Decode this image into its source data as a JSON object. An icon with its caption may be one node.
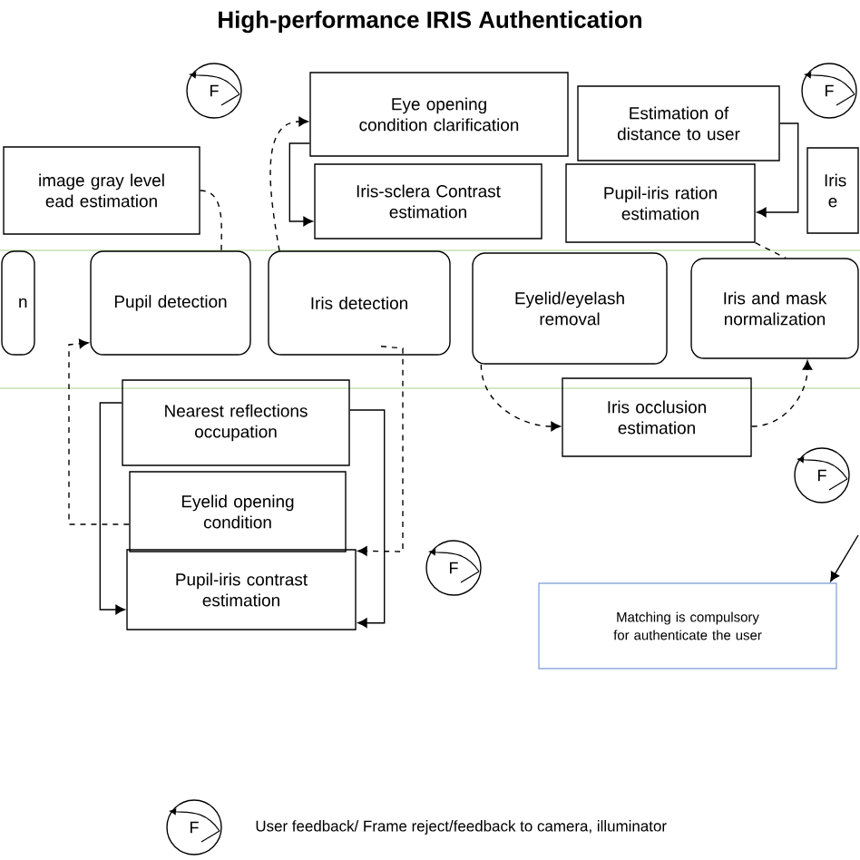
{
  "diagram": {
    "title": "High-performance  IRIS Authentication",
    "nodes": [
      {
        "text": [
          "F"
        ]
      },
      {
        "text": [
          "Eye opening condition clarification"
        ]
      },
      {
        "text": [
          "Estimation of distance to user"
        ]
      },
      {
        "text": [
          "F"
        ]
      },
      {
        "text": [
          "image gray level ead estimation"
        ]
      },
      {
        "text": [
          "Iris-sclera Contrast estimation"
        ]
      },
      {
        "text": [
          "Pupil-iris ration estimation"
        ]
      },
      {
        "text": [
          "Iris e"
        ]
      },
      {
        "text": [
          "n"
        ]
      },
      {
        "text": [
          "Pupil detection"
        ]
      },
      {
        "text": [
          "Iris detection"
        ]
      },
      {
        "text": [
          "Eyelid/eyelash removal"
        ]
      },
      {
        "text": [
          "Iris and mask normalization"
        ]
      },
      {
        "text": [
          "Nearest reflections occupation"
        ]
      },
      {
        "text": [
          "Iris occlusion estimation"
        ]
      },
      {
        "text": [
          "F"
        ]
      },
      {
        "text": [
          "Eyelid opening condition"
        ]
      },
      {
        "text": [
          "F"
        ]
      },
      {
        "text": [
          "Pupil-iris contrast estimation"
        ]
      },
      {
        "text": [
          "Matching is compulsory for authenticate the user"
        ]
      }
    ],
    "edges": [
      {
        "from": 4,
        "to": 9,
        "arrow": "none",
        "style": "dashed"
      },
      {
        "from": 10,
        "to": 1,
        "arrow": "to",
        "style": "dashed"
      },
      {
        "from": 1,
        "to": 5,
        "arrow": "to"
      },
      {
        "from": 2,
        "to": 6,
        "arrow": "to"
      },
      {
        "from": 6,
        "to": 12,
        "arrow": "none",
        "style": "dashed"
      },
      {
        "from": 10,
        "to": 18,
        "arrow": "to",
        "style": "dashed"
      },
      {
        "from": 13,
        "to": 18,
        "arrow": "to"
      },
      {
        "from": 13,
        "to": 18,
        "arrow": "to"
      },
      {
        "from": 16,
        "to": 9,
        "arrow": "to",
        "style": "dashed"
      },
      {
        "from": 11,
        "to": 14,
        "arrow": "to",
        "style": "dashed"
      },
      {
        "from": 14,
        "to": 12,
        "arrow": "to",
        "style": "dashed"
      },
      {
        "from": null,
        "to": 19,
        "arrow": "to"
      }
    ],
    "labels": [
      "F"
    ],
    "legend": [
      {
        "text": "User feedback/ Frame reject/feedback to camera, illuminator"
      }
    ]
  }
}
